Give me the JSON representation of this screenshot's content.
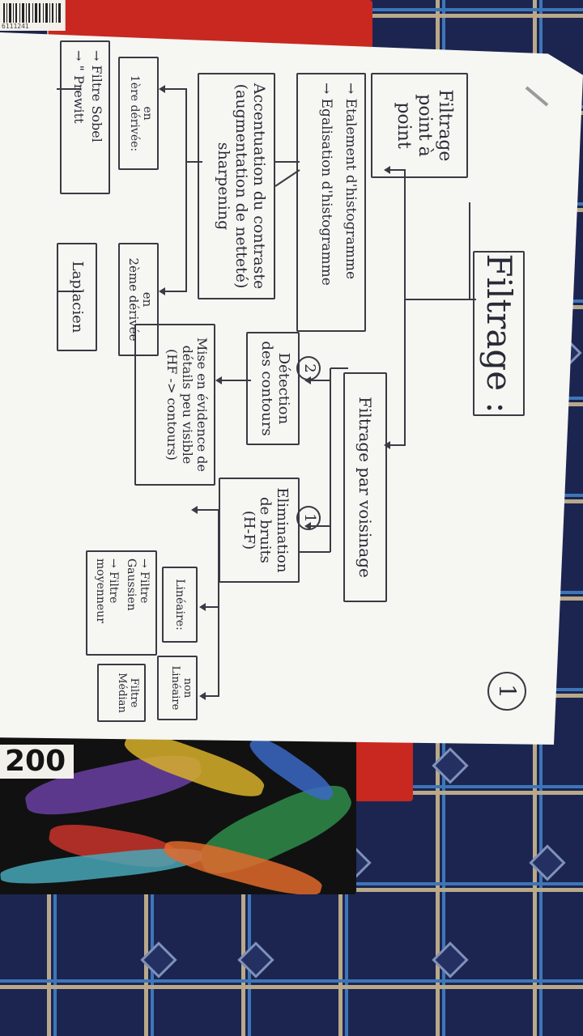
{
  "photo": {
    "barcode_digits": "6111241",
    "book_year": "200"
  },
  "diagram": {
    "page_number": "1",
    "title": "Filtrage :",
    "branch_point": "Filtrage point à point",
    "branch_neighborhood": "Filtrage par voisinage",
    "point_items": [
      "→ Etalement d'histogramme",
      "→ Egalisation d'histogramme"
    ],
    "contrast_box": "Accentuation du contraste\n(augmentation de netteté)\nsharpening",
    "first_derivative_label": "en\n1ère dérivée:",
    "first_derivative_items": [
      "→ Filtre Sobel",
      "→ \" Prewitt"
    ],
    "second_derivative_label": "en\n2ème dérivée",
    "laplacian": "Laplacien",
    "noise_num": "1",
    "noise_box": "Elimination\nde bruits\n(H-F)",
    "edges_num": "2",
    "edges_box": "Détection\ndes contours",
    "details_box": "Mise en évidence de\ndétails peu visible\n(HF -> contours)",
    "linear_label": "Linéaire:",
    "linear_items": [
      "→ Filtre Gaussien",
      "→ Filtre moyenneur"
    ],
    "nonlinear_label": "non\nLinéaire",
    "median_box": "Filtre\nMédian"
  }
}
